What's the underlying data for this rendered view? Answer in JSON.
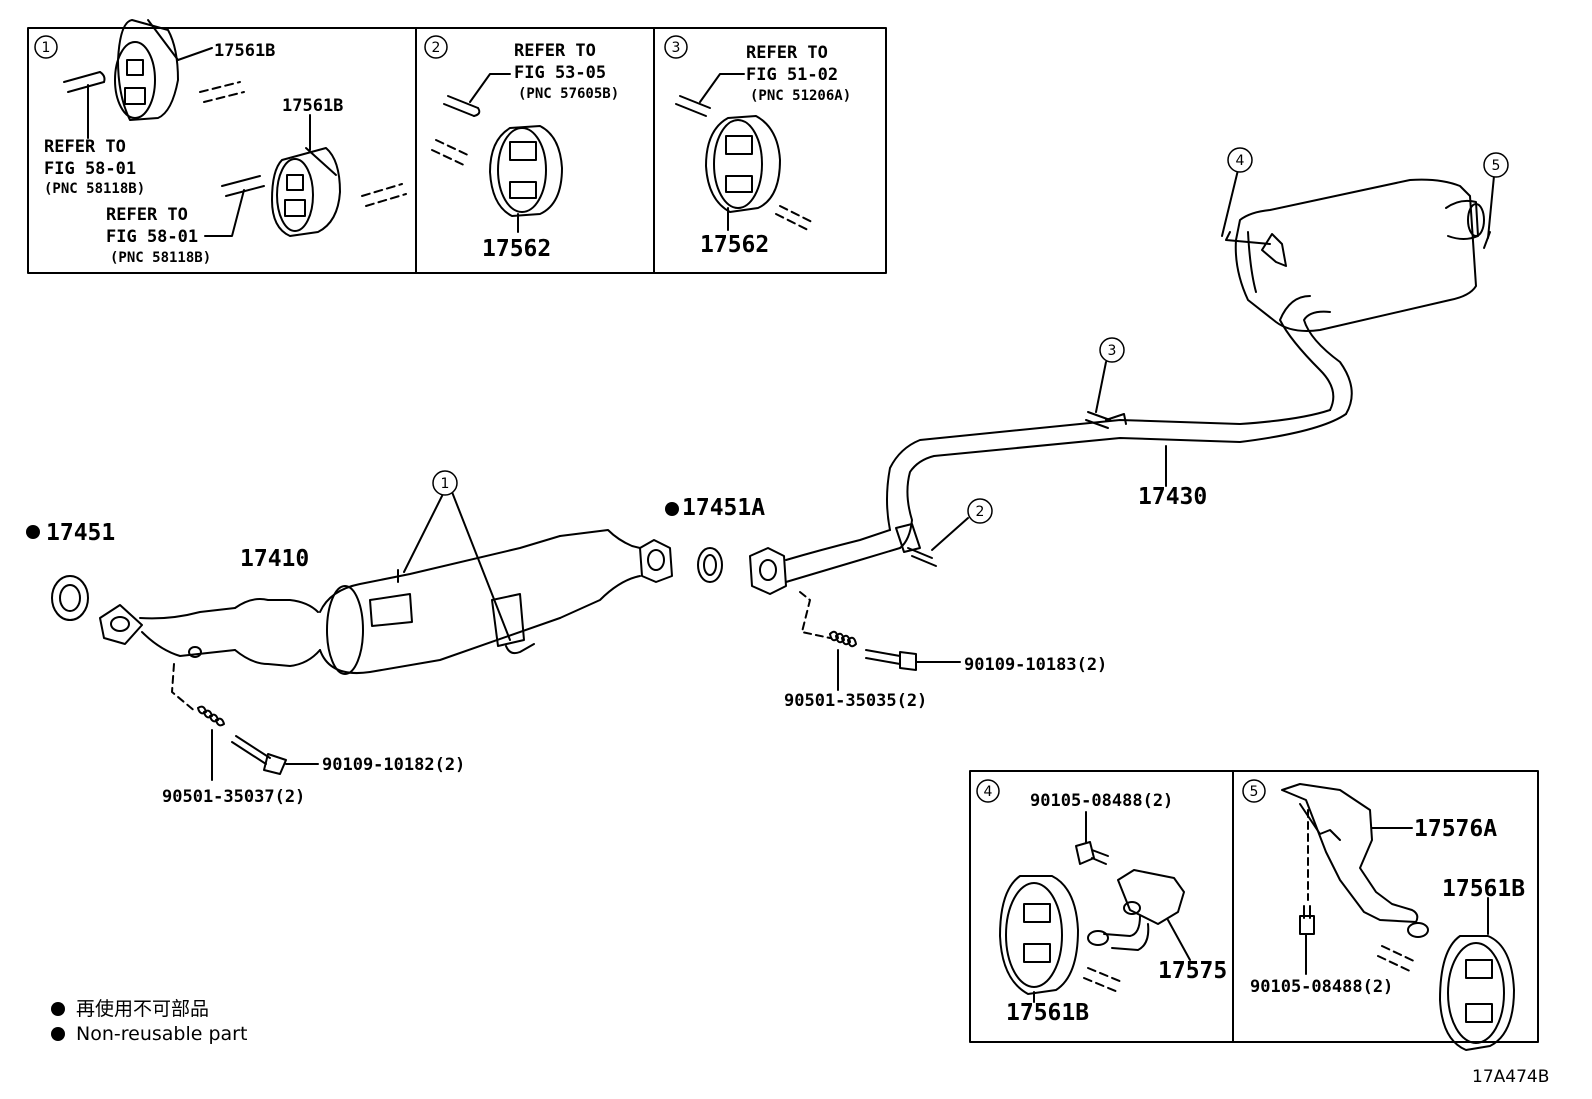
{
  "callouts": [
    "1",
    "2",
    "3",
    "4",
    "5"
  ],
  "inset1": {
    "part_top": "17561B",
    "part_mid": "17561B",
    "ref_a": [
      "REFER TO",
      "FIG 58-01",
      "(PNC 58118B)"
    ],
    "ref_b": [
      "REFER TO",
      "FIG 58-01",
      "(PNC 58118B)"
    ]
  },
  "inset2": {
    "ref": [
      "REFER TO",
      "FIG 53-05",
      "(PNC 57605B)"
    ],
    "part": "17562"
  },
  "inset3": {
    "ref": [
      "REFER TO",
      "FIG 51-02",
      "(PNC 51206A)"
    ],
    "part": "17562"
  },
  "inset4": {
    "bolt": "90105-08488(2)",
    "bracket": "17575",
    "hanger": "17561B"
  },
  "inset5": {
    "bracket": "17576A",
    "hanger": "17561B",
    "bolt": "90105-08488(2)"
  },
  "main": {
    "gasket_front": "17451",
    "gasket_mid": "17451A",
    "front_pipe": "17410",
    "tail_pipe": "17430",
    "bolt_front": "90109-10182(2)",
    "spring_front": "90501-35037(2)",
    "bolt_mid": "90109-10183(2)",
    "spring_mid": "90501-35035(2)"
  },
  "legend": {
    "jp": "再使用不可部品",
    "en": "Non-reusable part"
  },
  "figure_code": "17A474B"
}
